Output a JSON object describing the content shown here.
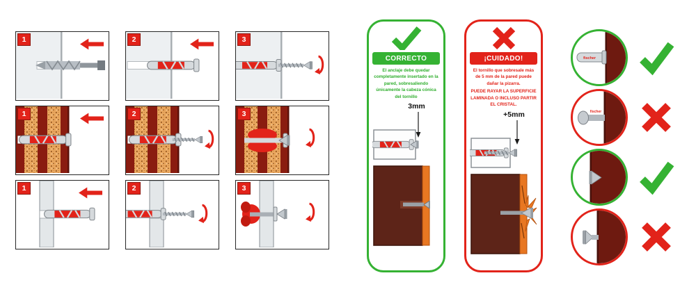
{
  "sheet": {
    "background": "#ffffff"
  },
  "colors": {
    "accent_red": "#e2231a",
    "accent_green": "#35b233",
    "brick_dark": "#8a1c10",
    "brick_speckle": "#e9a75f",
    "wall_brown": "#5d2418",
    "board_orange": "#e87722"
  },
  "steps": {
    "rows": [
      {
        "surface": "concrete-wall",
        "panels": [
          {
            "number": "1",
            "action": "drill-hole"
          },
          {
            "number": "2",
            "action": "insert-anchor"
          },
          {
            "number": "3",
            "action": "drive-screw"
          }
        ]
      },
      {
        "surface": "brick-wall",
        "panels": [
          {
            "number": "1",
            "action": "insert-anchor"
          },
          {
            "number": "2",
            "action": "drive-screw"
          },
          {
            "number": "3",
            "action": "anchor-expands"
          }
        ]
      },
      {
        "surface": "plasterboard",
        "panels": [
          {
            "number": "1",
            "action": "insert-anchor"
          },
          {
            "number": "2",
            "action": "drive-screw"
          },
          {
            "number": "3",
            "action": "anchor-folds-behind-board"
          }
        ]
      }
    ]
  },
  "correct_card": {
    "icon": "check-icon",
    "title": "CORRECTO",
    "description": "El anclaje debe quedar completamente insertado en la pared, sobresaliendo únicamente la cabeza cónica del tornillo",
    "measurement": "3mm"
  },
  "warning_card": {
    "icon": "cross-icon",
    "title": "¡CUIDADO!",
    "description": "El tornillo que sobresale más de 5 mm de la pared puede dañar la pizarra.",
    "description_caps": "PUEDE RAYAR LA SUPERFICIE LAMINADA O INCLUSO PARTIR EL CRISTAL.",
    "measurement": "+5mm"
  },
  "examples": {
    "brand_text": "fischer",
    "items": [
      {
        "icon": "check-icon",
        "result": "correct",
        "depicts": "anchor-flush-with-wall"
      },
      {
        "icon": "cross-icon",
        "result": "incorrect",
        "depicts": "anchor-protruding"
      },
      {
        "icon": "check-icon",
        "result": "correct",
        "depicts": "screw-head-flush"
      },
      {
        "icon": "cross-icon",
        "result": "incorrect",
        "depicts": "screw-head-protruding"
      }
    ]
  }
}
